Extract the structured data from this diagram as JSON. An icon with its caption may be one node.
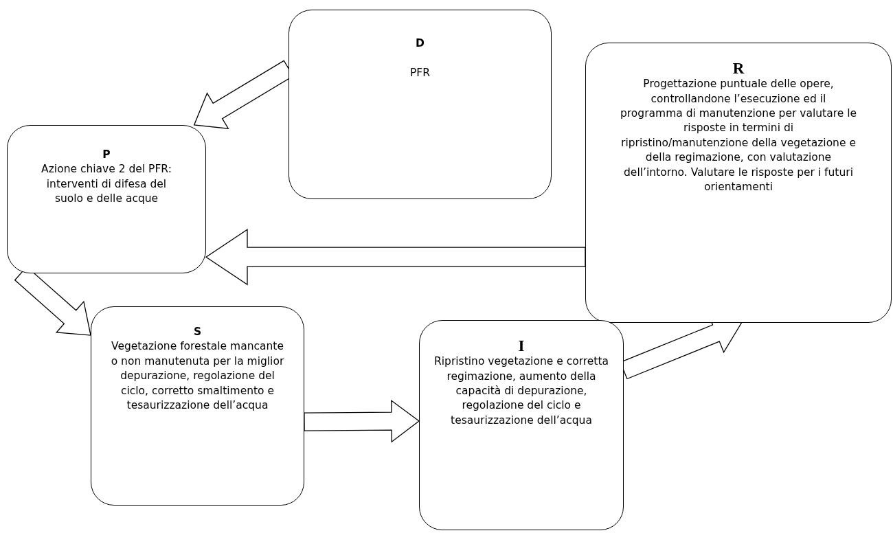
{
  "diagram": {
    "nodes": [
      {
        "text": [
          "D",
          "PFR"
        ]
      },
      {
        "text": [
          "R",
          "Progettazione puntuale delle opere, controllandone l’esecuzione ed il programma di manutenzione per valutare le risposte in termini di ripristino/manutenzione della vegetazione e della regimazione, con valutazione dell’intorno. Valutare le risposte per i futuri orientamenti"
        ]
      },
      {
        "text": [
          "P",
          "Azione chiave 2 del PFR: interventi di difesa del suolo e delle acque"
        ]
      },
      {
        "text": [
          "S",
          "Vegetazione forestale mancante o non manutenuta per la miglior depurazione, regolazione del ciclo, corretto smaltimento e tesaurizzazione dell’acqua"
        ]
      },
      {
        "text": [
          "I",
          "Ripristino vegetazione e corretta regimazione, aumento della capacità di depurazione, regolazione del ciclo e tesaurizzazione dell’acqua"
        ]
      }
    ],
    "edges": [
      {
        "from": 0,
        "to": 2,
        "arrow": "to"
      },
      {
        "from": 1,
        "to": 2,
        "arrow": "to"
      },
      {
        "from": 2,
        "to": 3,
        "arrow": "to"
      },
      {
        "from": 3,
        "to": 4,
        "arrow": "to"
      },
      {
        "from": 4,
        "to": 1,
        "arrow": "to"
      }
    ]
  }
}
